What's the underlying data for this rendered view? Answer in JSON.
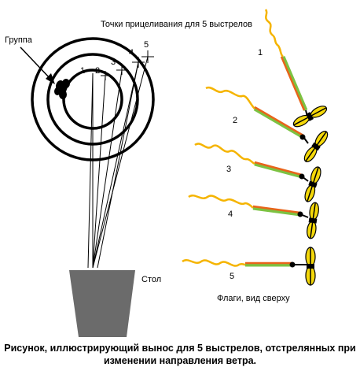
{
  "title": "Точки прицеливания для 5 выстрелов",
  "group_label": "Группа",
  "table_label": "Стол",
  "flags_label": "Флаги, вид сверху",
  "aim_points": [
    "1",
    "2",
    "3",
    "4",
    "5"
  ],
  "flags": [
    {
      "number": "1"
    },
    {
      "number": "2"
    },
    {
      "number": "3"
    },
    {
      "number": "4"
    },
    {
      "number": "5"
    }
  ],
  "caption_line1": "Рисунок, иллюстрирующий вынос для 5 выстрелов, отстрелянных при",
  "caption_line2": "изменении направления ветра.",
  "colors": {
    "target_ring": "#000000",
    "table": "#6b6b6b",
    "flag_rope": "#f5b400",
    "flag_orange": "#e8641a",
    "flag_green": "#7cc242",
    "flag_yellow": "#f4d80a"
  }
}
